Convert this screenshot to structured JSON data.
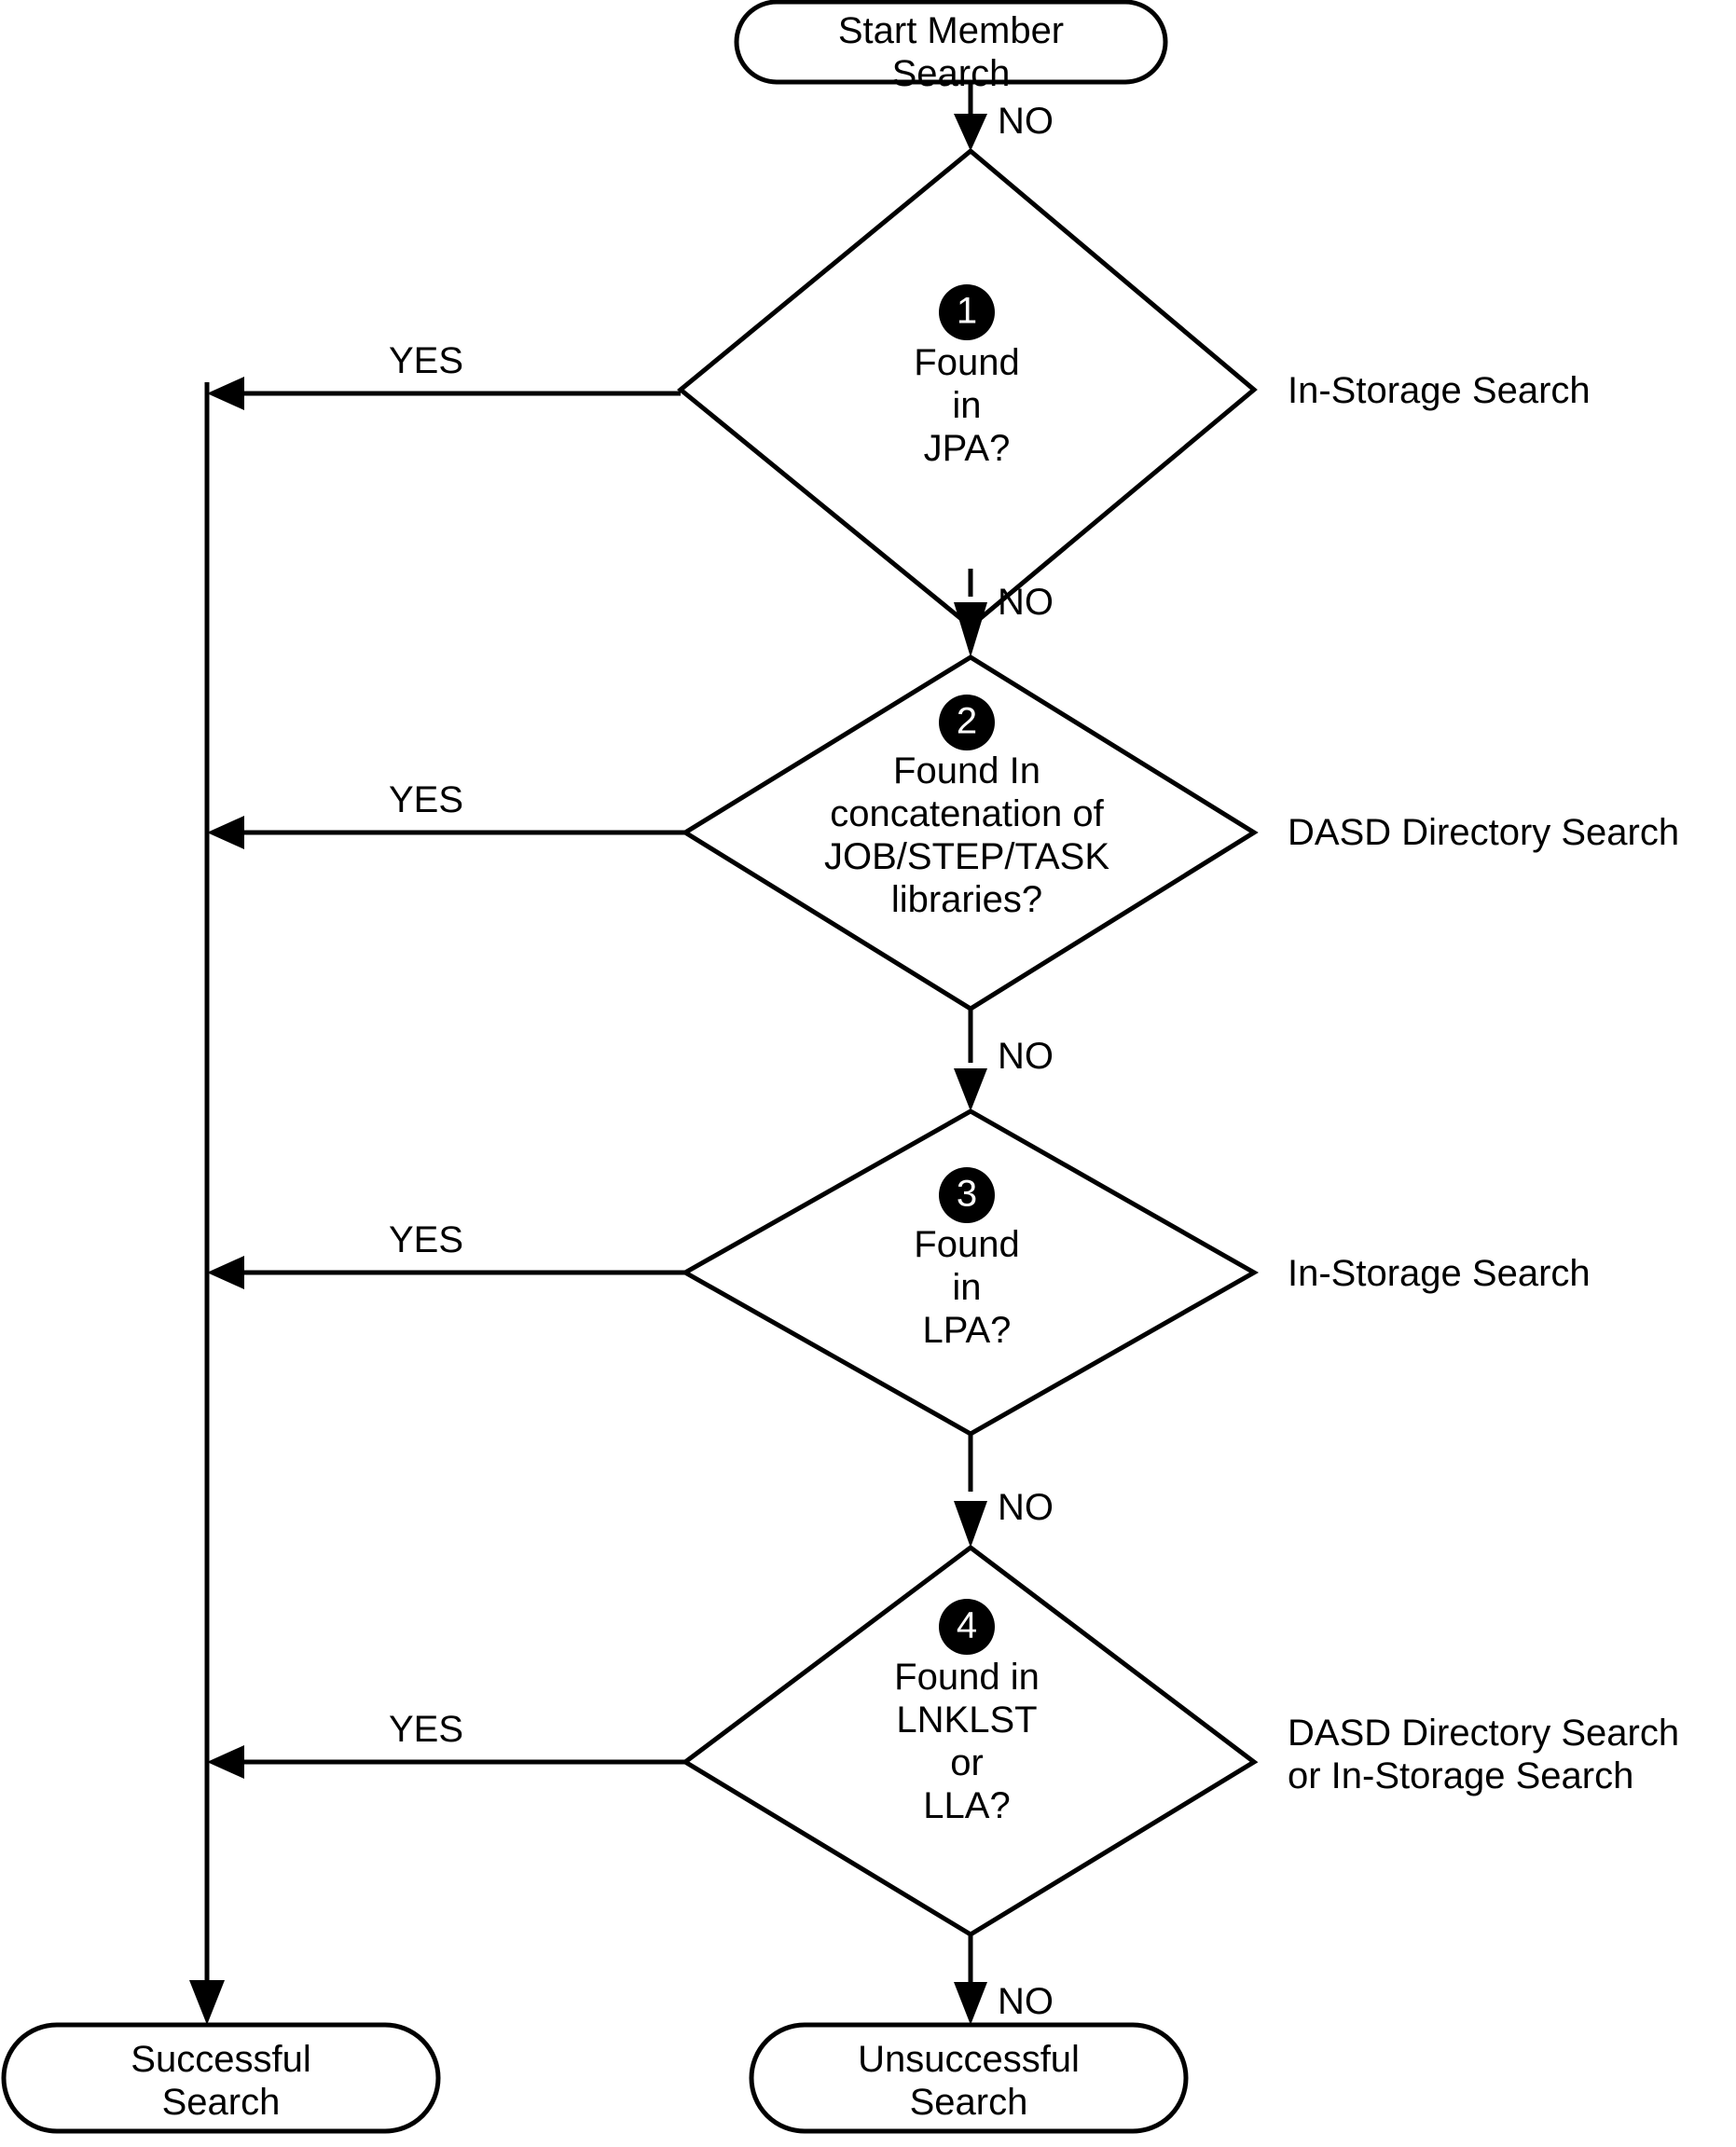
{
  "diagram": {
    "title": "Member Search Flowchart",
    "type": "flowchart",
    "colors": {
      "stroke": "#000000",
      "fill": "#ffffff",
      "badge_fill": "#000000",
      "badge_text": "#ffffff"
    }
  },
  "nodes": {
    "start": {
      "shape": "terminator",
      "line1": "Start Member",
      "line2": "Search"
    },
    "decision1": {
      "shape": "diamond",
      "badge": "1",
      "line1": "Found",
      "line2": "in",
      "line3": "JPA?",
      "side_label_line1": "In-Storage Search"
    },
    "decision2": {
      "shape": "diamond",
      "badge": "2",
      "line1": "Found In",
      "line2": "concatenation of",
      "line3": "JOB/STEP/TASK",
      "line4": "libraries?",
      "side_label_line1": "DASD Directory Search"
    },
    "decision3": {
      "shape": "diamond",
      "badge": "3",
      "line1": "Found",
      "line2": "in",
      "line3": "LPA?",
      "side_label_line1": "In-Storage Search"
    },
    "decision4": {
      "shape": "diamond",
      "badge": "4",
      "line1": "Found in",
      "line2": "LNKLST",
      "line3": "or",
      "line4": "LLA?",
      "side_label_line1": "DASD Directory Search",
      "side_label_line2": "or In-Storage Search"
    },
    "success": {
      "shape": "terminator",
      "line1": "Successful",
      "line2": "Search"
    },
    "failure": {
      "shape": "terminator",
      "line1": "Unsuccessful",
      "line2": "Search"
    }
  },
  "edges": {
    "start_to_d1": "NO",
    "d1_yes": "YES",
    "d1_to_d2": "NO",
    "d2_yes": "YES",
    "d2_to_d3": "NO",
    "d3_yes": "YES",
    "d3_to_d4": "NO",
    "d4_yes": "YES",
    "d4_to_failure": "NO"
  }
}
